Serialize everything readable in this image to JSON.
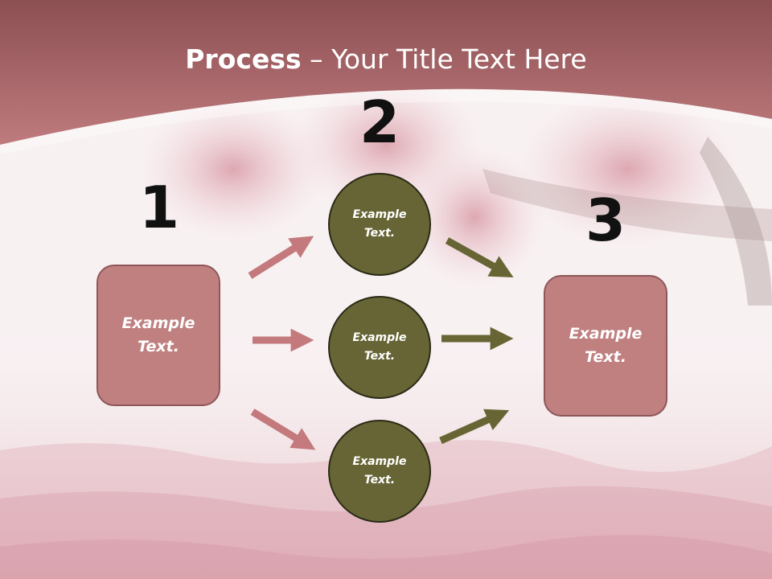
{
  "title": {
    "bold": "Process",
    "rest": " – Your Title Text Here"
  },
  "steps": [
    "1",
    "2",
    "3"
  ],
  "left_box": {
    "label": "Example\nText."
  },
  "right_box": {
    "label": "Example\nText."
  },
  "circles": [
    {
      "label": "Example\nText."
    },
    {
      "label": "Example\nText."
    },
    {
      "label": "Example\nText."
    }
  ],
  "colors": {
    "header": "#b06a6d",
    "box_fill": "#c08080",
    "circle_fill": "#676535",
    "arrow_pink": "#c47a7c",
    "arrow_olive": "#686534"
  }
}
